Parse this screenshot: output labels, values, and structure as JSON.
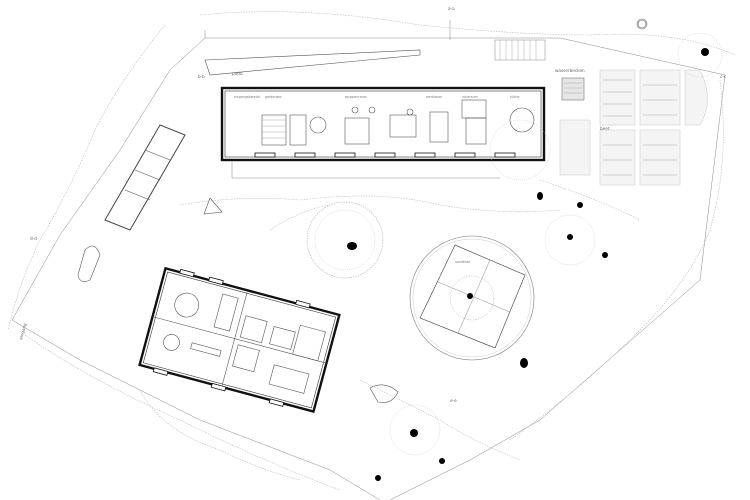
{
  "labels": {
    "patio": "patio",
    "wasserbecken": "wasserbecken",
    "beet": "beet",
    "sandbox": "sandkiste",
    "eingang": "eingang",
    "section_a": "a-a",
    "section_b": "b-b",
    "section_c": "c-c",
    "section_d": "d-d",
    "section_e": "e-e",
    "room_1": "eingangsbereich",
    "room_2": "garderobe",
    "room_3": "gruppenraum",
    "room_4": "werkraum",
    "room_5": "ruheraum",
    "room_6": "küche"
  },
  "colors": {
    "wall": "#111111",
    "vegetation": "#b9b9b9",
    "tree": "#000000",
    "background": "#ffffff"
  },
  "icons": {
    "tree": "tree-icon",
    "north": "north-arrow-icon"
  }
}
